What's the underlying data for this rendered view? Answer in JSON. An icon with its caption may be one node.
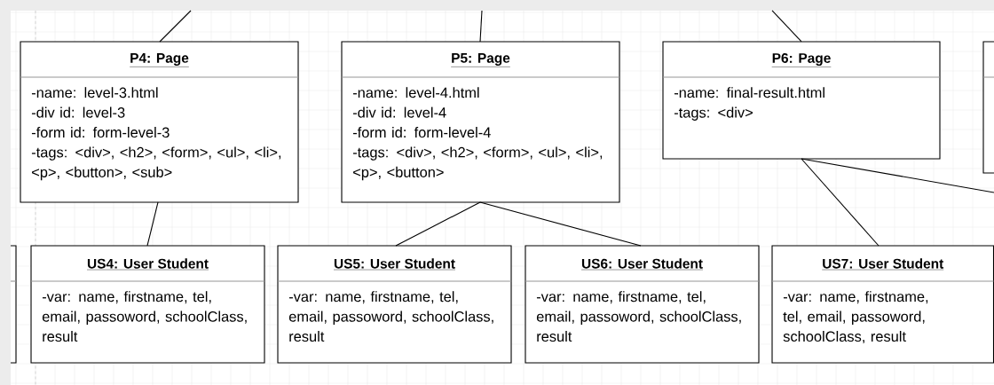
{
  "diagram": {
    "nodes": [
      {
        "text": [
          "P4: Page",
          "-name: level-3.html",
          "-div id: level-3",
          "-form id: form-level-3",
          "-tags: <div>, <h2>, <form>, <ul>, <li>, <p>, <button>, <sub>"
        ]
      },
      {
        "text": [
          "P5: Page",
          "-name: level-4.html",
          "-div id: level-4",
          "-form id: form-level-4",
          "-tags: <div>, <h2>, <form>, <ul>, <li>, <p>, <button>"
        ]
      },
      {
        "text": [
          "P6: Page",
          "-name: final-result.html",
          "-tags: <div>"
        ]
      },
      {
        "text": [],
        "shape": "box"
      },
      {
        "text": [],
        "shape": "box"
      },
      {
        "text": [
          "US4: User Student",
          "-var: name, firstname, tel, email, passoword, schoolClass, result"
        ]
      },
      {
        "text": [
          "US5: User Student",
          "-var: name, firstname, tel, email, passoword, schoolClass, result"
        ]
      },
      {
        "text": [
          "US6: User Student",
          "-var: name, firstname, tel, email, passoword, schoolClass, result"
        ]
      },
      {
        "text": [
          "US7: User Student",
          "-var: name, firstname, tel, email, passoword, schoolClass, result"
        ]
      }
    ],
    "edges": [
      {
        "from": null,
        "to": 0,
        "arrow": "none"
      },
      {
        "from": null,
        "to": 1,
        "arrow": "none"
      },
      {
        "from": null,
        "to": 2,
        "arrow": "none"
      },
      {
        "from": 0,
        "to": 5,
        "arrow": "none"
      },
      {
        "from": 1,
        "to": 6,
        "arrow": "none"
      },
      {
        "from": 1,
        "to": 7,
        "arrow": "none"
      },
      {
        "from": 2,
        "to": 8,
        "arrow": "none"
      },
      {
        "from": 2,
        "to": null,
        "arrow": "none"
      }
    ]
  }
}
